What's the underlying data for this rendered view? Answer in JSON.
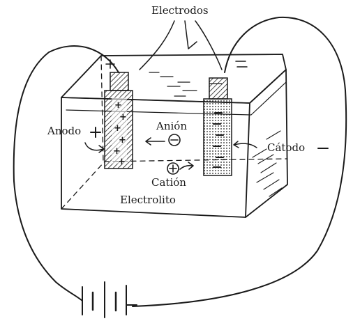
{
  "labels": {
    "electrodes": "Electrodos",
    "anode": "Anodo",
    "anion": "Anión",
    "cathode": "Cátodo",
    "cation": "Catión",
    "electrolyte": "Electrolito"
  },
  "signs": {
    "positive": "+",
    "negative": "−",
    "anion_charge": "⊖",
    "cation_charge": "⊕"
  },
  "colors": {
    "ink": "#1a1a1a",
    "background": "#ffffff"
  }
}
